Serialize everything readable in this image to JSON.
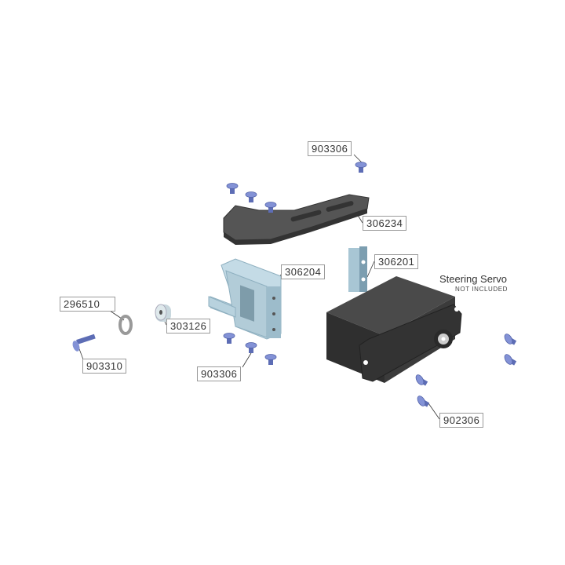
{
  "part_labels": {
    "top_screw": "903306",
    "carbon_plate": "306234",
    "post": "306201",
    "bracket": "306204",
    "washer": "296510",
    "bushing": "303126",
    "long_screw": "903310",
    "bottom_screws": "903306",
    "servo_screws": "902306"
  },
  "servo": {
    "title": "Steering Servo",
    "note": "NOT INCLUDED"
  },
  "colors": {
    "screw": "#6f7fc4",
    "aluminum": "#b8d2de",
    "carbon": "#4a4a4a",
    "servo": "#3a3a3a"
  }
}
